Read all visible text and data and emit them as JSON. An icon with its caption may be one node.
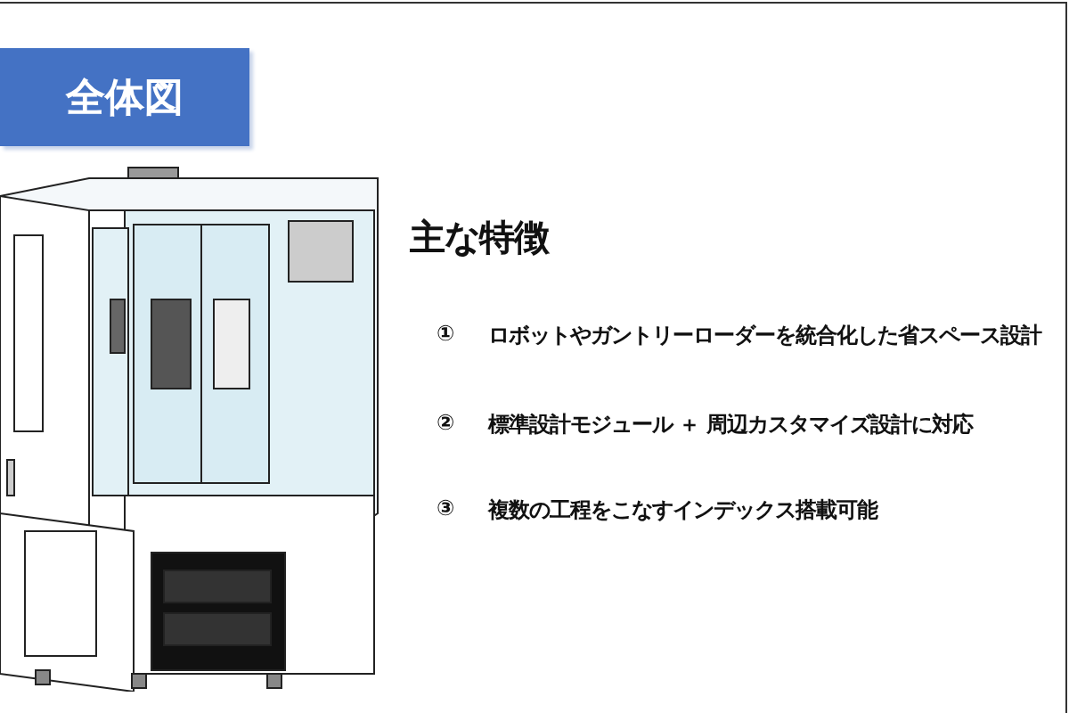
{
  "diagram": {
    "title": "全体図",
    "labels": [
      "主な特徴",
      "①",
      "ロボットやガントリーローダーを統合化した省スペース設計",
      "②",
      "標準設計モジュール ＋ 周辺カスタマイズ設計に対応",
      "③",
      "複数の工程をこなすインデックス搭載可能"
    ]
  }
}
